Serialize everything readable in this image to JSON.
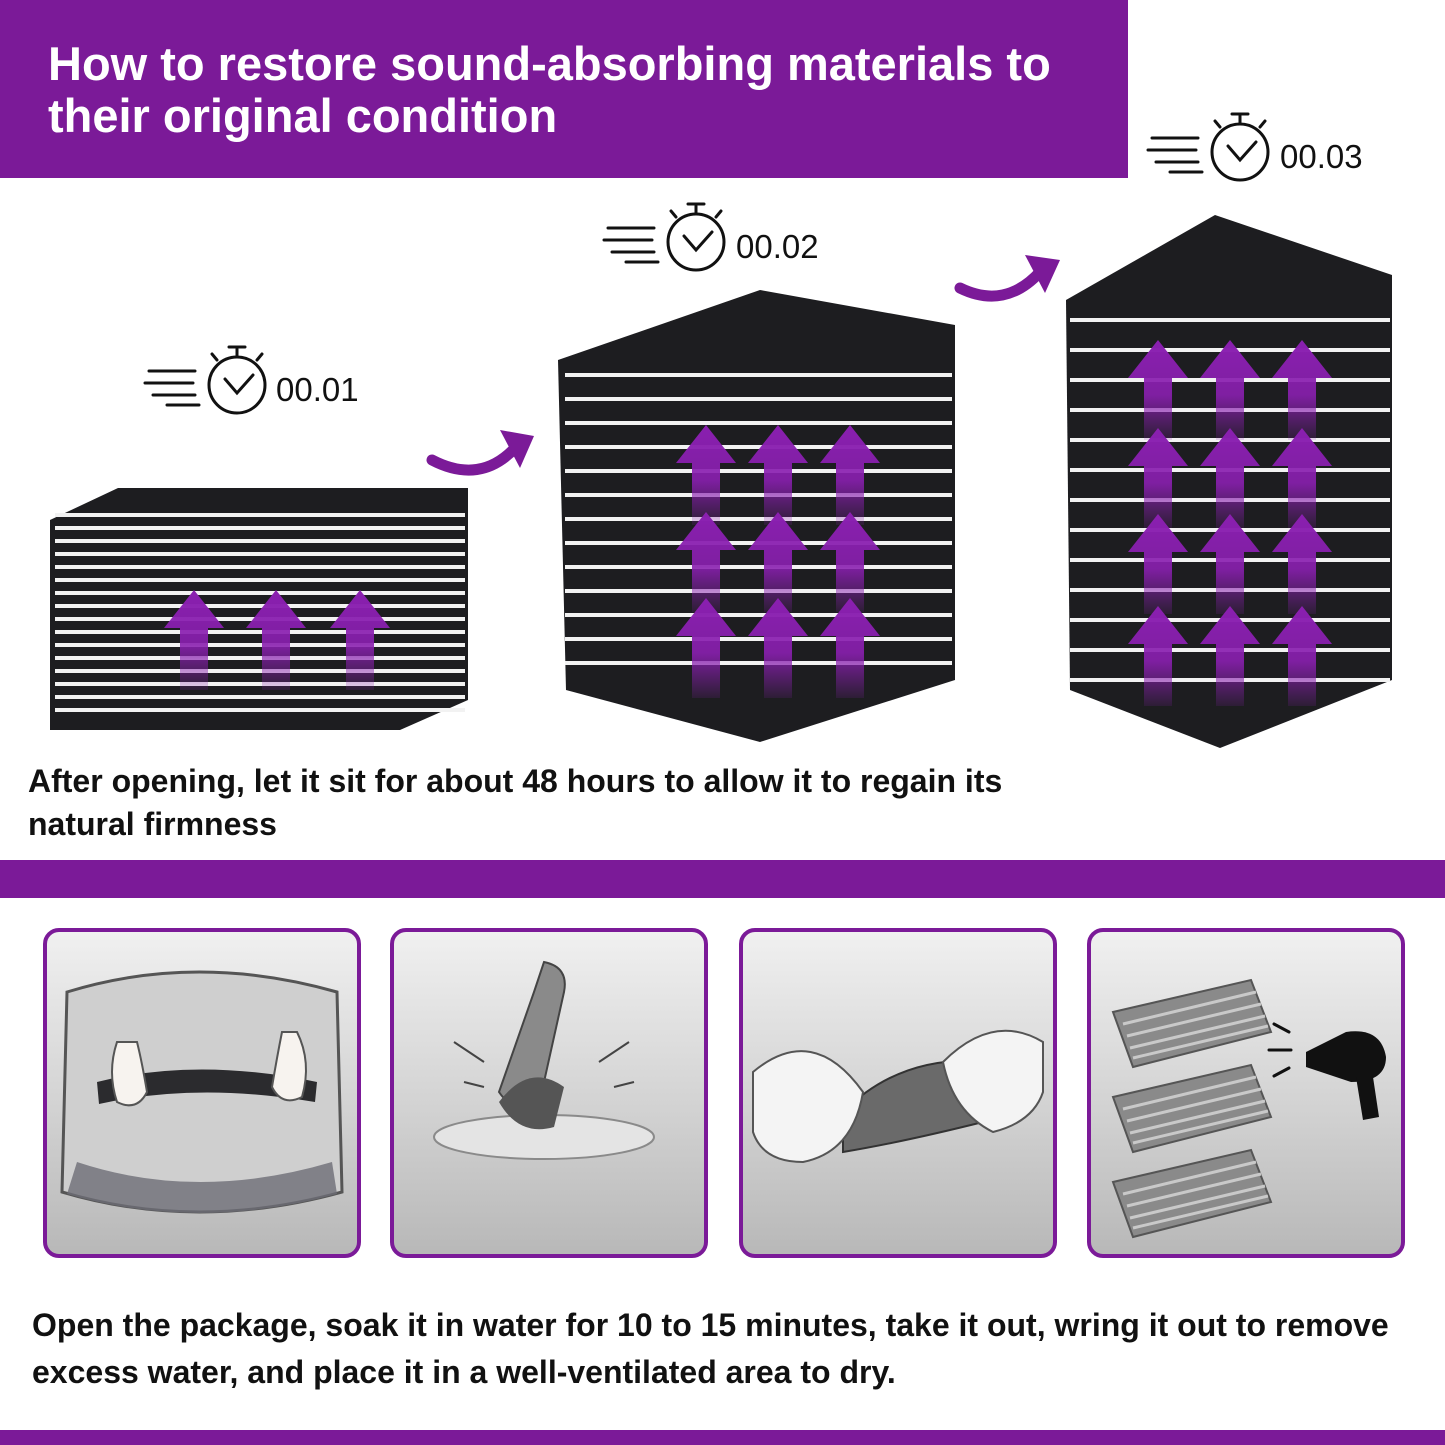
{
  "header": {
    "title": "How to restore sound-absorbing materials to their original condition"
  },
  "timers": [
    {
      "label": "00.01",
      "icon": "stopwatch-icon"
    },
    {
      "label": "00.02",
      "icon": "stopwatch-icon"
    },
    {
      "label": "00.03",
      "icon": "stopwatch-icon"
    }
  ],
  "captions": {
    "expansion": "After opening, let it sit for about 48 hours to allow it to regain its natural firmness",
    "cleaning": "Open the package, soak it in water for 10 to 15 minutes, take it out, wring it out to remove excess water, and place it in a well-ventilated area to dry."
  },
  "steps": [
    {
      "icon": "open-package-icon"
    },
    {
      "icon": "soak-in-water-icon"
    },
    {
      "icon": "wring-out-icon"
    },
    {
      "icon": "hair-dryer-icon"
    }
  ],
  "colors": {
    "accent": "#7b1a98",
    "foam": "#2b2b2e",
    "arrow": "#8a1fb0"
  }
}
